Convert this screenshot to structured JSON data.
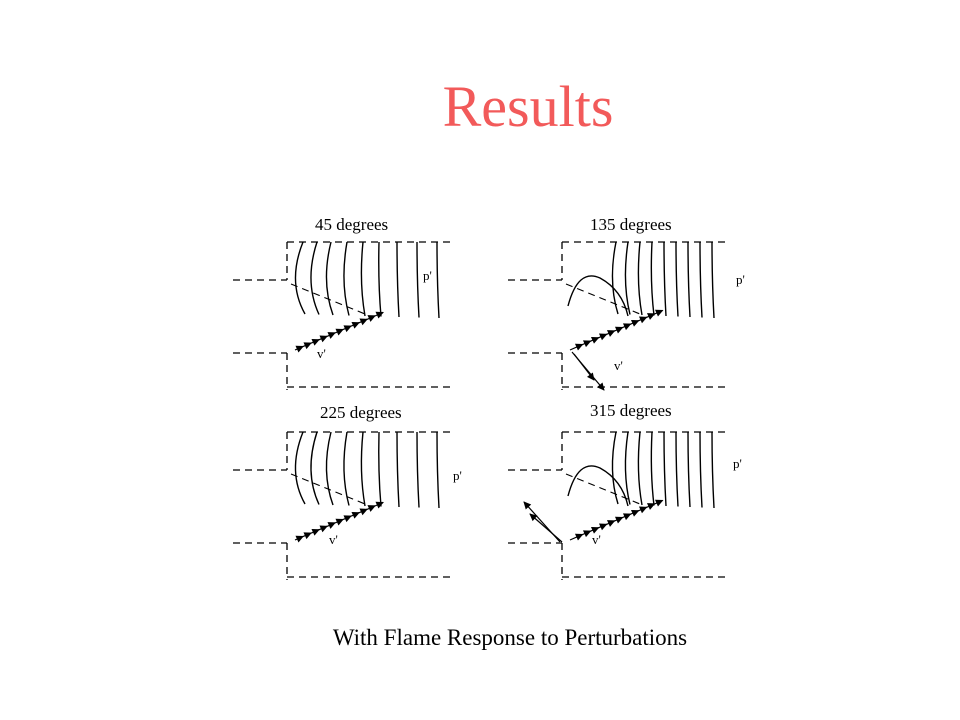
{
  "title": "Results",
  "caption": "With Flame Response to Perturbations",
  "colors": {
    "title": "#f25a5a",
    "ink": "#000000"
  },
  "panels": [
    {
      "phase": "45 degrees",
      "pressure_label": "p'",
      "velocity_label": "v'",
      "variant": "a"
    },
    {
      "phase": "135 degrees",
      "pressure_label": "p'",
      "velocity_label": "v'",
      "variant": "b"
    },
    {
      "phase": "225 degrees",
      "pressure_label": "p'",
      "velocity_label": "v'",
      "variant": "a"
    },
    {
      "phase": "315 degrees",
      "pressure_label": "p'",
      "velocity_label": "v'",
      "variant": "c"
    }
  ]
}
